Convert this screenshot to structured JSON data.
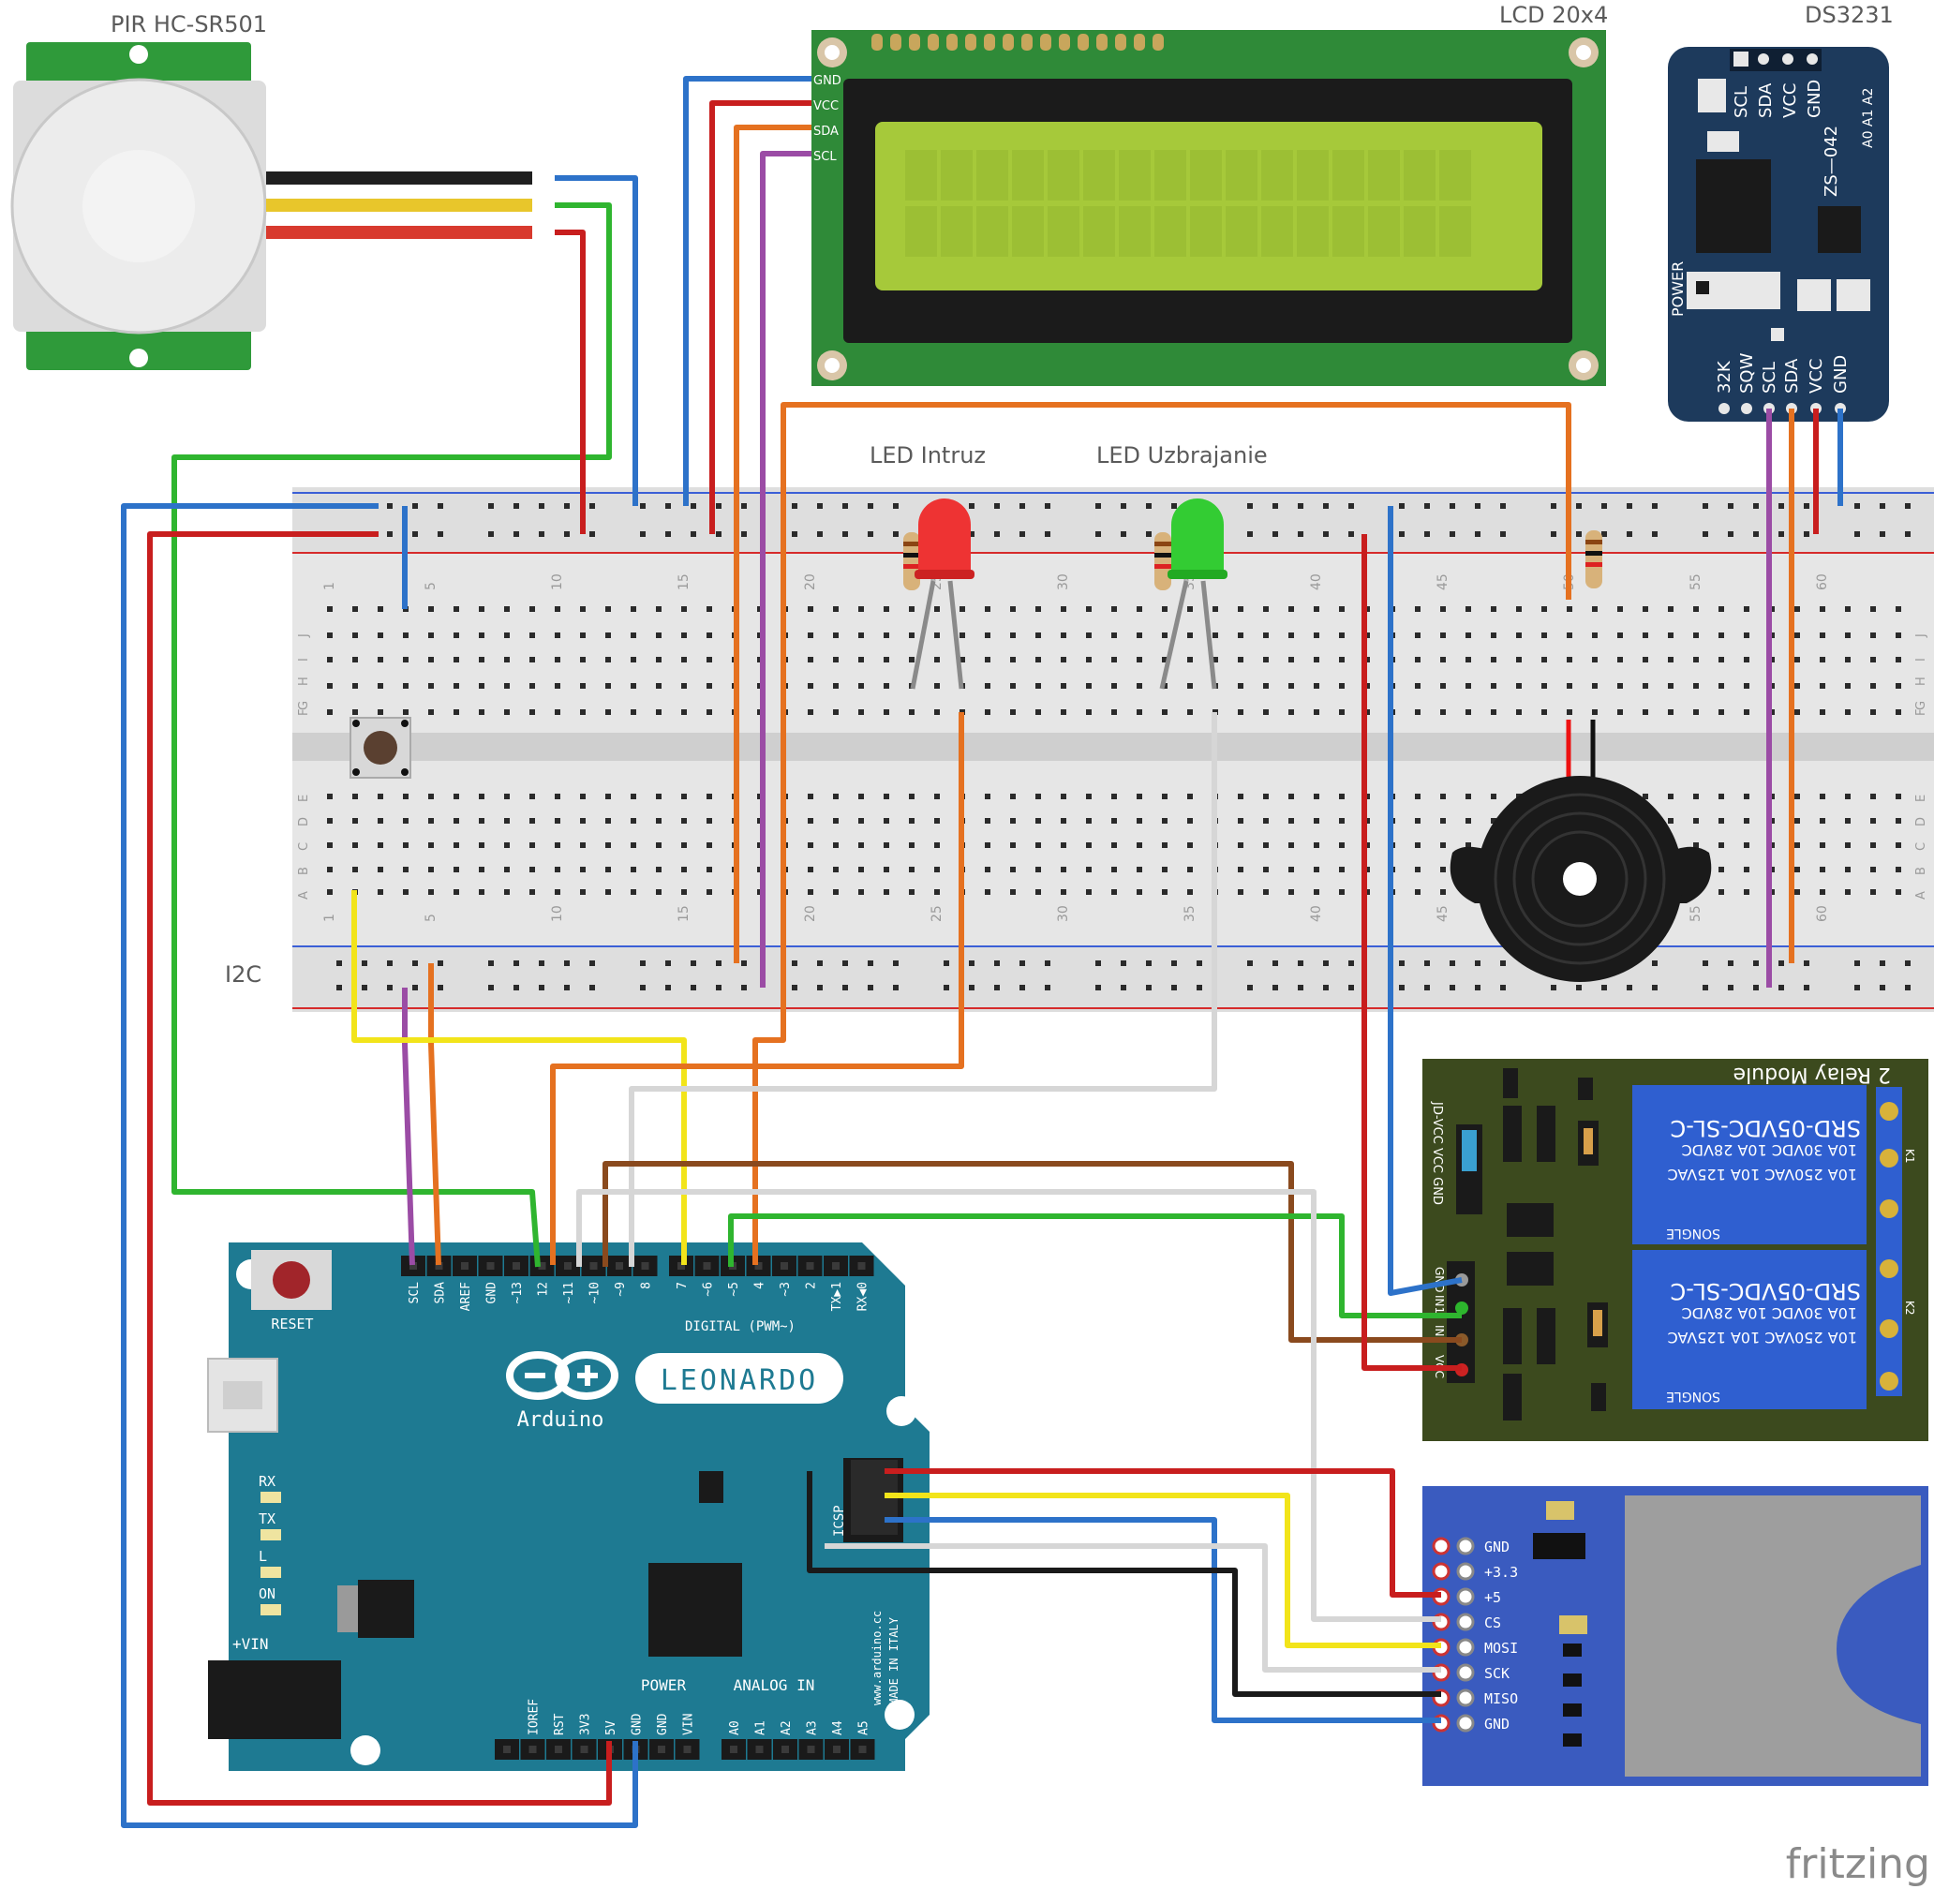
{
  "labels": {
    "pir": "PIR HC-SR501",
    "lcd": "LCD 20x4",
    "rtc": "DS3231",
    "led_red": "LED Intruz",
    "led_green": "LED Uzbrajanie",
    "i2c": "I2C",
    "brand": "fritzing"
  },
  "lcd": {
    "pins": [
      "GND",
      "VCC",
      "SDA",
      "SCL"
    ]
  },
  "rtc": {
    "top_pins": [
      "SCL",
      "SDA",
      "VCC",
      "GND"
    ],
    "chip_label": "ZS—042",
    "addr": "A0 A1 A2",
    "power": "POWER",
    "bottom_pins": [
      "32K",
      "SQW",
      "SCL",
      "SDA",
      "VCC",
      "GND"
    ]
  },
  "breadboard": {
    "col_numbers": [
      "1",
      "5",
      "10",
      "15",
      "20",
      "25",
      "30",
      "35",
      "40",
      "45",
      "50",
      "55",
      "60"
    ],
    "rows_top": [
      "J",
      "I",
      "H",
      "G",
      "F"
    ],
    "rows_bottom": [
      "E",
      "D",
      "C",
      "B",
      "A"
    ]
  },
  "relay": {
    "title": "2 Relay Module",
    "jumper": "JD-VCC VCC GND",
    "pins": [
      "GND",
      "IN1",
      "IN2",
      "VCC"
    ],
    "relay_model": "SRD-05VDC-SL-C",
    "rating1": "10A 250VAC 10A 125VAC",
    "rating2": "10A 30VDC 10A 28VDC",
    "brand": "SONGLE",
    "k1": "K1",
    "k2": "K2"
  },
  "sd": {
    "pins": [
      "GND",
      "+3.3",
      "+5",
      "CS",
      "MOSI",
      "SCK",
      "MISO",
      "GND"
    ]
  },
  "arduino": {
    "model": "LEONARDO",
    "brand": "Arduino",
    "reset": "RESET",
    "digital": "DIGITAL (PWM~)",
    "power": "POWER",
    "analog": "ANALOG IN",
    "vin": "+VIN",
    "leds": [
      "RX",
      "TX",
      "L",
      "ON"
    ],
    "top_pins": [
      "SCL",
      "SDA",
      "AREF",
      "GND",
      "~13",
      "12",
      "~11",
      "~10",
      "~9",
      "8",
      "7",
      "~6",
      "~5",
      "4",
      "~3",
      "2",
      "TX▶1",
      "RX◀0"
    ],
    "power_pins": [
      "IOREF",
      "RST",
      "3V3",
      "5V",
      "GND",
      "GND",
      "VIN"
    ],
    "analog_pins": [
      "A0",
      "A1",
      "A2",
      "A3",
      "A4",
      "A5"
    ],
    "icsp": "ICSP",
    "url": "www.arduino.cc",
    "made": "MADE IN ITALY"
  }
}
